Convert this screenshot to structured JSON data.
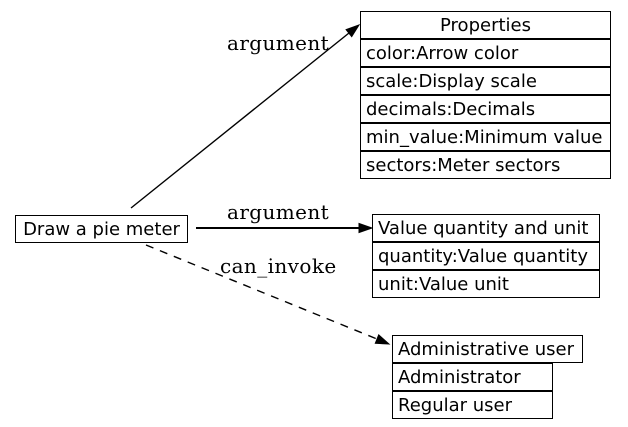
{
  "diagram": {
    "colors": {
      "background": "#ffffff",
      "line": "#000000",
      "text": "#000000"
    },
    "node": {
      "label": "Draw a pie meter"
    },
    "tables": {
      "properties": {
        "header": "Properties",
        "rows": [
          "color:Arrow color",
          "scale:Display scale",
          "decimals:Decimals",
          "min_value:Minimum value",
          "sectors:Meter sectors"
        ]
      },
      "value_quantity": {
        "header": "Value quantity and unit",
        "rows": [
          "quantity:Value quantity",
          "unit:Value unit"
        ]
      },
      "administrative_user": {
        "header": "Administrative user",
        "rows": [
          "Administrator",
          "Regular user"
        ]
      }
    },
    "edge_labels": {
      "argument_top": "argument",
      "argument_middle": "argument",
      "can_invoke": "can_invoke"
    }
  }
}
